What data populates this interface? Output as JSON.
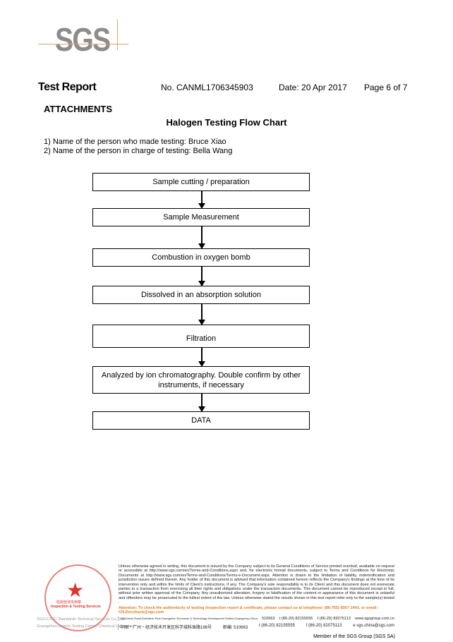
{
  "logo": {
    "text": "SGS"
  },
  "header": {
    "title": "Test Report",
    "number": "No. CANML1706345903",
    "date": "Date: 20 Apr 2017",
    "page": "Page 6 of 7"
  },
  "section": "ATTACHMENTS",
  "flowchart_title": "Halogen Testing Flow Chart",
  "persons": [
    "1) Name of the person who made testing: Bruce Xiao",
    "2) Name of the person in charge of testing: Bella Wang"
  ],
  "steps": [
    "Sample cutting / preparation",
    "Sample Measurement",
    "Combustion in oxygen bomb",
    "Dissolved in an absorption solution",
    "Filtration",
    "Analyzed by ion chromatography. Double confirm by other instruments, if necessary",
    "DATA"
  ],
  "footer": {
    "legal": "Unless otherwise agreed in writing, this document is issued by the Company subject to its General Conditions of Service printed overleaf, available on request or accessible at http://www.sgs.com/en/Terms-and-Conditions.aspx and, for electronic format documents, subject to Terms and Conditions for Electronic Documents at http://www.sgs.com/en/Terms-and-Conditions/Terms-e-Document.aspx. Attention is drawn to the limitation of liability, indemnification and jurisdiction issues defined therein. Any holder of this document is advised that information contained hereon reflects the Company's findings at the time of its intervention only and within the limits of Client's instructions, if any. The Company's sole responsibility is to its Client and this document does not exonerate parties to a transaction from exercising all their rights and obligations under the transaction documents. This document cannot be reproduced except in full, without prior written approval of the Company. Any unauthorized alteration, forgery or falsification of the content or appearance of this document is unlawful and offenders may be prosecuted to the fullest extent of the law. Unless otherwise stated the results shown in this test report refer only to the sample(s) tested .",
    "attention": "Attention: To check the authenticity of testing /inspection report & certificate, please contact us at telephone: (86-755) 8307 1443, or email: CN.Doccheck@sgs.com",
    "address_en": {
      "street": "198 Kezhu Road,Scientech Park Guangzhou Economic & Technology Development District,Guangzhou,China",
      "postcode": "510663",
      "tel": "t (86-20) 82155555",
      "fax": "f (86-20) 82075113",
      "web": "www.sgsgroup.com.cn"
    },
    "address_cn": {
      "street": "中国・广州・经济技术开发区科学城科珠路198号",
      "postcode": "邮编: 510663",
      "tel": "t (86-20) 82155555",
      "fax": "f (86-20) 82075113",
      "email": "e sgs.china@sgs.com"
    },
    "seal": {
      "cn": "检验检测专用章",
      "en": "Inspection & Testing Services"
    },
    "company_line1": "SGS-CSTC Standards Technical Services Co., Ltd.",
    "company_line2": "Guangzhou Branch Testing Center Chemical Laboratory.",
    "member": "Member of the SGS Group (SGS SA)"
  }
}
